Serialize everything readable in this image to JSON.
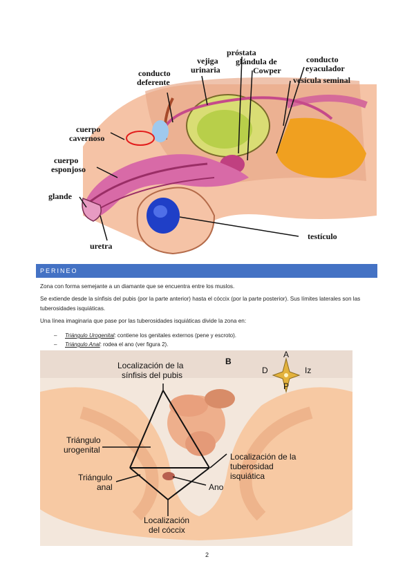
{
  "figure1": {
    "labels": {
      "prostata": "próstata",
      "vejiga_1": "vejiga",
      "vejiga_2": "urinaria",
      "glandula_1": "glándula de",
      "glandula_2": "Cowper",
      "conducto_eyac_1": "conducto",
      "conducto_eyac_2": "eyaculador",
      "conducto_def_1": "conducto",
      "conducto_def_2": "deferente",
      "vesicula": "vesícula seminal",
      "cavernoso_1": "cuerpo",
      "cavernoso_2": "cavernoso",
      "esponjoso_1": "cuerpo",
      "esponjoso_2": "esponjoso",
      "glande": "glande",
      "uretra": "uretra",
      "testiculo": "testículo"
    }
  },
  "section": {
    "title": "PERINEO"
  },
  "paragraphs": [
    "Zona con forma semejante a un diamante que se encuentra entre los muslos.",
    "Se extiende desde la sínfisis del pubis (por la parte anterior) hasta el cóccix (por la parte posterior). Sus límites laterales son las tuberosidades isquiáticas.",
    "Una línea imaginaria que pase por las tuberosidades isquiáticas divide la zona en:"
  ],
  "bullets": [
    {
      "dash": "–",
      "term": "Triángulo Urogenital",
      "text": ": contiene los genitales externos (pene y escroto)."
    },
    {
      "dash": "–",
      "term": "Triángulo Anal",
      "text": ": rodea el ano (ver figura 2)."
    }
  ],
  "figure2": {
    "panel_letter": "B",
    "compass": {
      "a": "A",
      "d": "D",
      "iz": "Iz",
      "p": "P"
    },
    "labels": {
      "sinfisis_1": "Localización de la",
      "sinfisis_2": "sínfisis del pubis",
      "urogenital_1": "Triángulo",
      "urogenital_2": "urogenital",
      "anal_1": "Triángulo",
      "anal_2": "anal",
      "tuberosidad_1": "Localización de la",
      "tuberosidad_2": "tuberosidad",
      "tuberosidad_3": "isquiática",
      "ano": "Ano",
      "coccix_1": "Localización",
      "coccix_2": "del cóccix"
    }
  },
  "page_number": "2"
}
